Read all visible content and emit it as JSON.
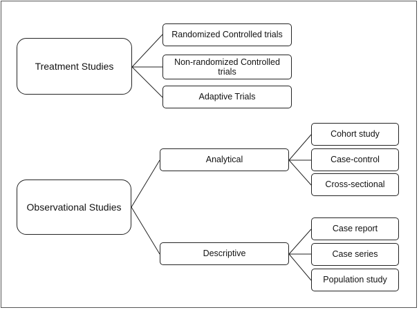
{
  "treatment": {
    "label": "Treatment Studies",
    "children": [
      "Randomized Controlled trials",
      "Non-randomized Controlled trials",
      "Adaptive Trials"
    ]
  },
  "observational": {
    "label": "Observational Studies",
    "analytical": {
      "label": "Analytical",
      "children": [
        "Cohort study",
        "Case-control",
        "Cross-sectional"
      ]
    },
    "descriptive": {
      "label": "Descriptive",
      "children": [
        "Case report",
        "Case series",
        "Population study"
      ]
    }
  },
  "colors": {
    "stroke": "#222222",
    "background": "#ffffff"
  }
}
